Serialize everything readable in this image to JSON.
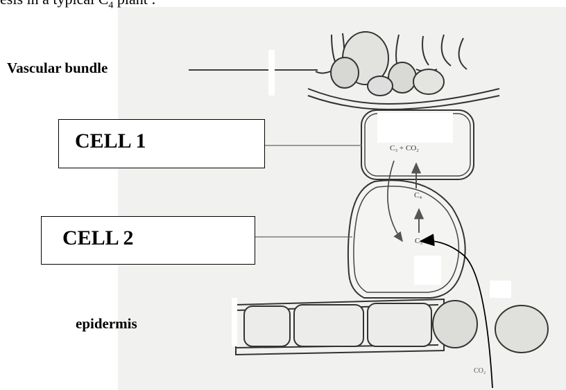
{
  "heading": {
    "text": "esis in a typical C",
    "subscript": "4",
    "suffix": " plant :"
  },
  "labels": {
    "vascular_bundle": "Vascular bundle",
    "cell1": "CELL 1",
    "cell2": "CELL 2",
    "epidermis": "epidermis"
  },
  "chemistry": {
    "top_reaction": "C₃ + CO₂",
    "c4": "C₄",
    "c3": "C₃",
    "co2": "CO₂"
  }
}
